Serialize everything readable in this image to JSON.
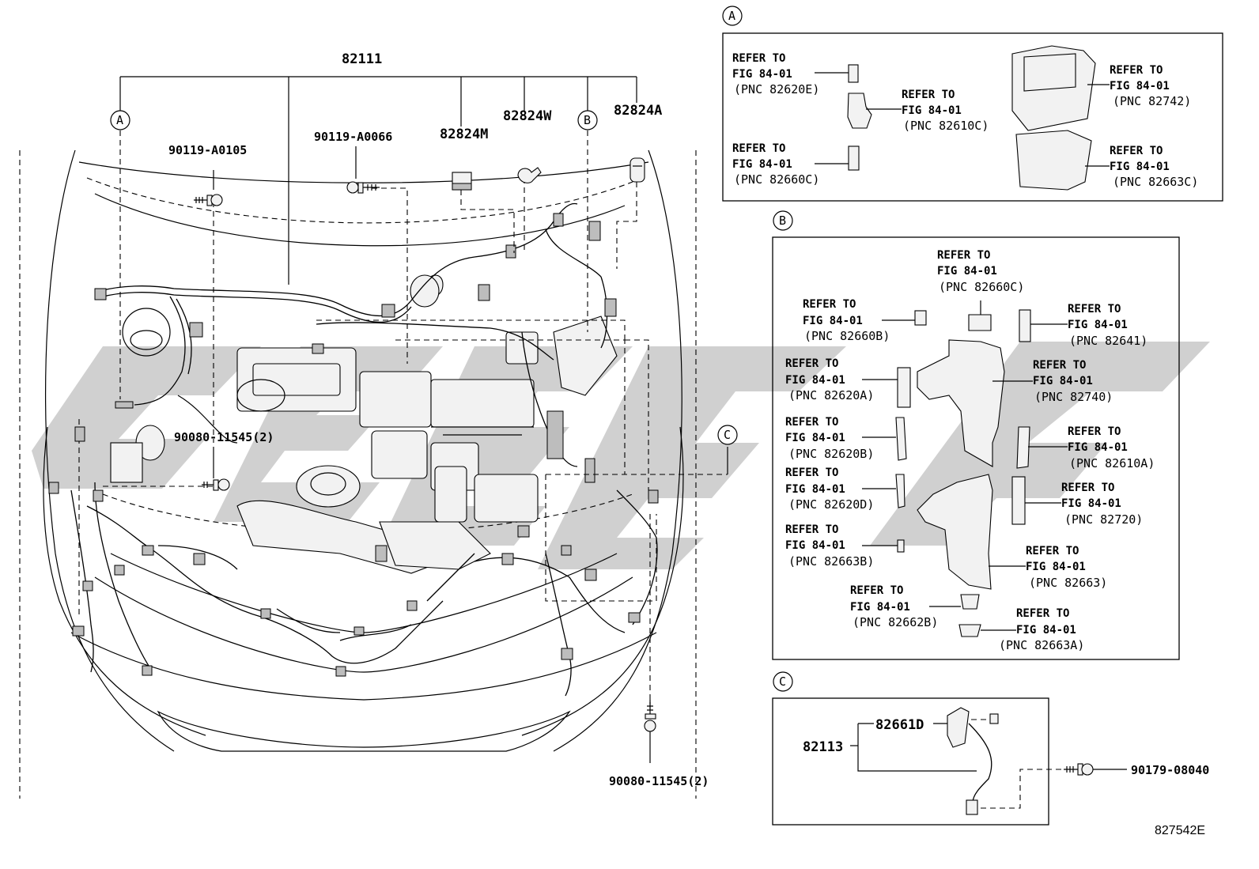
{
  "top_label": "82111",
  "callouts": {
    "a": "A",
    "b": "B",
    "c": "C"
  },
  "main_labels": {
    "p82824m": "82824M",
    "p82824w": "82824W",
    "p82824a": "82824A",
    "bolt1": "90119-A0105",
    "bolt2": "90119-A0066",
    "bolt3": "90080-11545(2)",
    "bolt4": "90080-11545(2)"
  },
  "box_a": {
    "title": "A",
    "refs": [
      {
        "l1": "REFER TO",
        "l2": "FIG 84-01",
        "l3": "(PNC 82620E)"
      },
      {
        "l1": "REFER TO",
        "l2": "FIG 84-01",
        "l3": "(PNC 82610C)"
      },
      {
        "l1": "REFER TO",
        "l2": "FIG 84-01",
        "l3": "(PNC 82660C)"
      },
      {
        "l1": "REFER TO",
        "l2": "FIG 84-01",
        "l3": "(PNC 82742)"
      },
      {
        "l1": "REFER TO",
        "l2": "FIG 84-01",
        "l3": "(PNC 82663C)"
      }
    ]
  },
  "box_b": {
    "title": "B",
    "refs": [
      {
        "l1": "REFER TO",
        "l2": "FIG 84-01",
        "l3": "(PNC 82660C)"
      },
      {
        "l1": "REFER TO",
        "l2": "FIG 84-01",
        "l3": "(PNC 82660B)"
      },
      {
        "l1": "REFER TO",
        "l2": "FIG 84-01",
        "l3": "(PNC 82641)"
      },
      {
        "l1": "REFER TO",
        "l2": "FIG 84-01",
        "l3": "(PNC 82620A)"
      },
      {
        "l1": "REFER TO",
        "l2": "FIG 84-01",
        "l3": "(PNC 82740)"
      },
      {
        "l1": "REFER TO",
        "l2": "FIG 84-01",
        "l3": "(PNC 82620B)"
      },
      {
        "l1": "REFER TO",
        "l2": "FIG 84-01",
        "l3": "(PNC 82610A)"
      },
      {
        "l1": "REFER TO",
        "l2": "FIG 84-01",
        "l3": "(PNC 82620D)"
      },
      {
        "l1": "REFER TO",
        "l2": "FIG 84-01",
        "l3": "(PNC 82720)"
      },
      {
        "l1": "REFER TO",
        "l2": "FIG 84-01",
        "l3": "(PNC 82663B)"
      },
      {
        "l1": "REFER TO",
        "l2": "FIG 84-01",
        "l3": "(PNC 82663)"
      },
      {
        "l1": "REFER TO",
        "l2": "FIG 84-01",
        "l3": "(PNC 82662B)"
      },
      {
        "l1": "REFER TO",
        "l2": "FIG 84-01",
        "l3": "(PNC 82663A)"
      }
    ]
  },
  "box_c": {
    "title": "C",
    "p82661d": "82661D",
    "p82113": "82113",
    "p90179": "90179-08040"
  },
  "figure_id": "827542E"
}
